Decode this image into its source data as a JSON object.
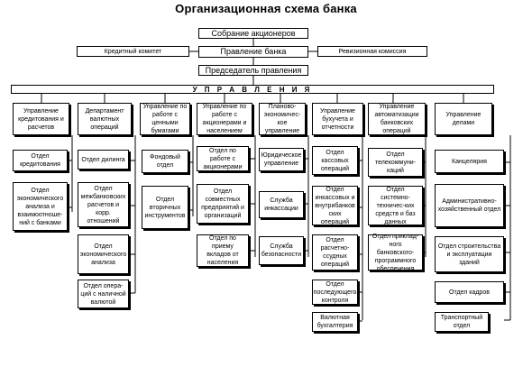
{
  "title": "Организационная схема банка",
  "top": {
    "shareholders": "Собрание акционеров",
    "credit_committee": "Кредитный комитет",
    "board": "Правление банка",
    "audit_commission": "Ревизионная комиссия",
    "chairman": "Председатель правления",
    "departments_header": "У П Р А В Л Е Н И Я"
  },
  "columns": [
    {
      "head": "Управление кредитования и расчетов",
      "items": [
        "Отдел кредитования",
        "Отдел экономического анализа и взаимоотноше-ний с банками"
      ]
    },
    {
      "head": "Департамент валютных операций",
      "items": [
        "Отдел дилинга",
        "Отдел межбанковских расчетов и корр. отношений",
        "Отдел экономического анализа",
        "Отдел опера-ций с наличной валютой"
      ]
    },
    {
      "head": "Управление по работе с ценными бумагами",
      "items": [
        "Фондовый отдел",
        "Отдел вторичных инструментов"
      ]
    },
    {
      "head": "Управление по работе с акционерами и населением",
      "items": [
        "Отдел по работе с акционерами",
        "Отдел совместных предприятий и организаций",
        "Отдел по приему вкладов от населения"
      ]
    },
    {
      "head": "Планово-экономичес-кое управление",
      "items": [
        "Юридическое управление",
        "Служба инкассации",
        "Служба безопасности"
      ]
    },
    {
      "head": "Управление бухучета и отчетности",
      "items": [
        "Отдел кассовых операций",
        "Отдел инкассовых и внутрибанков ских операций",
        "Отдел расчетно-ссудных операций",
        "Отдел последующего контроля",
        "Валютная бухгалтерия"
      ]
    },
    {
      "head": "Управление автоматизации банковских операций",
      "items": [
        "Отдел телекоммуни-каций",
        "Отдел системно-техничес-ких средств и баз данных",
        "Отдел приклад-ного банковского-программного обеспечения"
      ]
    },
    {
      "head": "Управление делами",
      "items": [
        "Канцелярия",
        "Административно-хозяйственный отдел",
        "Отдел строительства и эксплуатации зданий",
        "Отдел кадров",
        "Транспортный отдел"
      ]
    }
  ]
}
